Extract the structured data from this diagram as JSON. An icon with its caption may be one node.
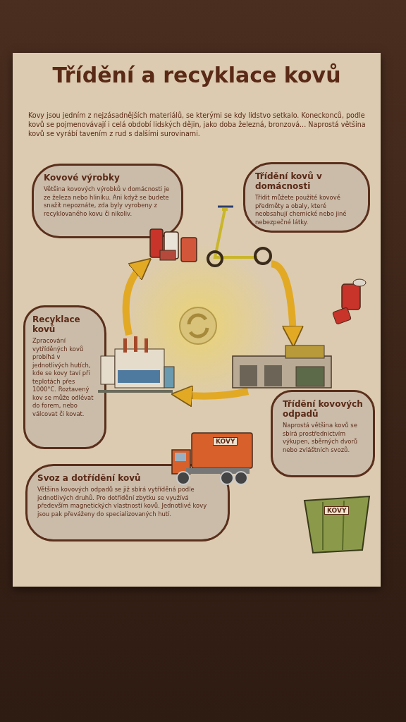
{
  "diagram": {
    "title": "Třídění a recyklace kovů",
    "nodes": [
      {
        "text": [
          "Kovové výrobky",
          "Většina kovových výrobků v domácnosti je ze železa nebo hliníku. Ani když se budete snažit nepoznáte, zda byly vyrobeny z recyklovaného kovu či nikoliv."
        ]
      },
      {
        "text": [
          "Třídění kovů v domácnosti",
          "Třídit můžete použité kovové předměty a obaly, které neobsahují chemické nebo jiné nebezpečné látky."
        ]
      },
      {
        "text": [
          "Recyklace kovů",
          "Zpracování vytříděných kovů probíhá v jednotlivých hutích, kde se kovy taví při teplotách přes 1000°C. Roztavený kov se může odlévat do forem, nebo válcovat či kovat."
        ]
      },
      {
        "text": [
          "Třídění kovových odpadů",
          "Naprostá většina kovů se sbírá prostřednictvím výkupen, sběrných dvorů nebo zvláštních svozů."
        ]
      },
      {
        "text": [
          "Svoz a dotřídění kovů",
          "Většina kovových odpadů se již sbírá vytříděná podle jednotlivých druhů. Pro dotřídění zbytku se využívá především magnetických vlastností kovů. Jednotlivé kovy jsou pak převáženy do specializovaných hutí."
        ]
      },
      {
        "text": [],
        "shape": "picture"
      },
      {
        "text": [],
        "shape": "picture"
      },
      {
        "text": [],
        "shape": "picture"
      },
      {
        "text": [],
        "shape": "picture"
      },
      {
        "text": [],
        "shape": "picture"
      },
      {
        "text": [],
        "shape": "picture"
      }
    ],
    "edges": [
      {
        "from": 5,
        "to": 7,
        "arrow": "to"
      },
      {
        "from": 7,
        "to": 9,
        "arrow": "to"
      },
      {
        "from": 9,
        "to": 5,
        "arrow": "to"
      }
    ],
    "labels": [
      "Kovy jsou jedním z nejzásadnějších materiálů, se kterými se kdy lidstvo setkalo. Koneckonců, podle kovů se pojmenovávají i celá období lidských dějin, jako doba železná, bronzová... Naprostá většina kovů se vyrábí tavením z rud s dalšími surovinami.",
      "KOVY",
      "KOVY"
    ]
  }
}
